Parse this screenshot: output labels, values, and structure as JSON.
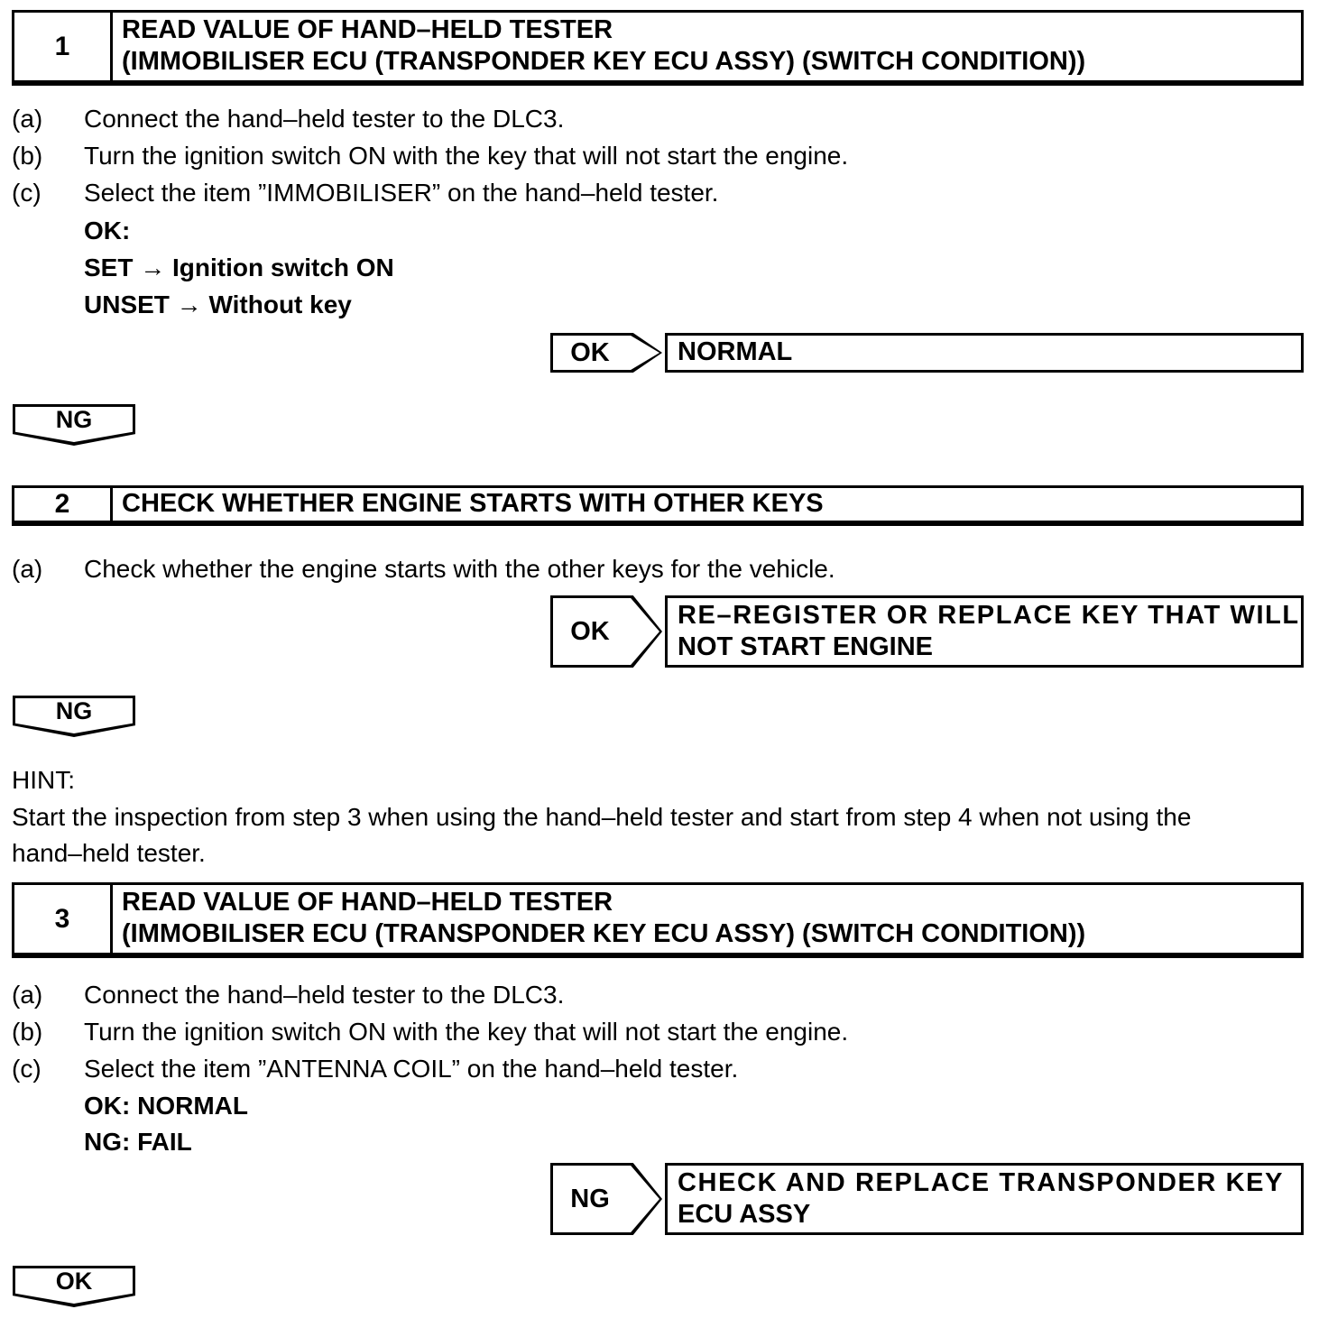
{
  "document": {
    "type": "troubleshooting-flowchart"
  },
  "steps": [
    {
      "number": "1",
      "title_lines": [
        "READ VALUE OF HAND–HELD TESTER",
        "(IMMOBILISER ECU (TRANSPONDER KEY ECU ASSY) (SWITCH CONDITION))"
      ],
      "instructions": [
        {
          "letter": "(a)",
          "text": "Connect the hand–held tester to the DLC3."
        },
        {
          "letter": "(b)",
          "text": "Turn the ignition switch ON with the key that will not start the engine."
        },
        {
          "letter": "(c)",
          "text": "Select the item ”IMMOBILISER” on the hand–held tester."
        }
      ],
      "sub_lines": [
        "OK:",
        "SET → Ignition switch ON",
        "UNSET → Without key"
      ],
      "judgement": {
        "tag": "OK",
        "result_lines": [
          "NORMAL"
        ]
      },
      "connector": "NG"
    },
    {
      "number": "2",
      "title_lines": [
        "CHECK WHETHER ENGINE STARTS WITH OTHER KEYS"
      ],
      "instructions": [
        {
          "letter": "(a)",
          "text": "Check whether the engine starts with the other keys for the vehicle."
        }
      ],
      "sub_lines": [],
      "judgement": {
        "tag": "OK",
        "result_lines": [
          "RE–REGISTER OR REPLACE KEY THAT WILL",
          "NOT START ENGINE"
        ]
      },
      "connector": "NG"
    },
    {
      "number": "3",
      "title_lines": [
        "READ VALUE OF HAND–HELD TESTER",
        "(IMMOBILISER ECU (TRANSPONDER KEY ECU ASSY) (SWITCH CONDITION))"
      ],
      "instructions": [
        {
          "letter": "(a)",
          "text": "Connect the hand–held tester to the DLC3."
        },
        {
          "letter": "(b)",
          "text": "Turn the ignition switch ON with the key that will not start the engine."
        },
        {
          "letter": "(c)",
          "text": "Select the item ”ANTENNA COIL” on the hand–held tester."
        }
      ],
      "sub_lines": [
        "OK: NORMAL",
        "NG: FAIL"
      ],
      "judgement": {
        "tag": "NG",
        "result_lines": [
          "CHECK AND REPLACE TRANSPONDER KEY",
          "ECU ASSY"
        ]
      },
      "connector": "OK"
    }
  ],
  "hint": {
    "label": "HINT:",
    "lines": [
      "Start the inspection from step 3 when using the hand–held tester and start from step 4 when not using the",
      "hand–held tester."
    ]
  }
}
